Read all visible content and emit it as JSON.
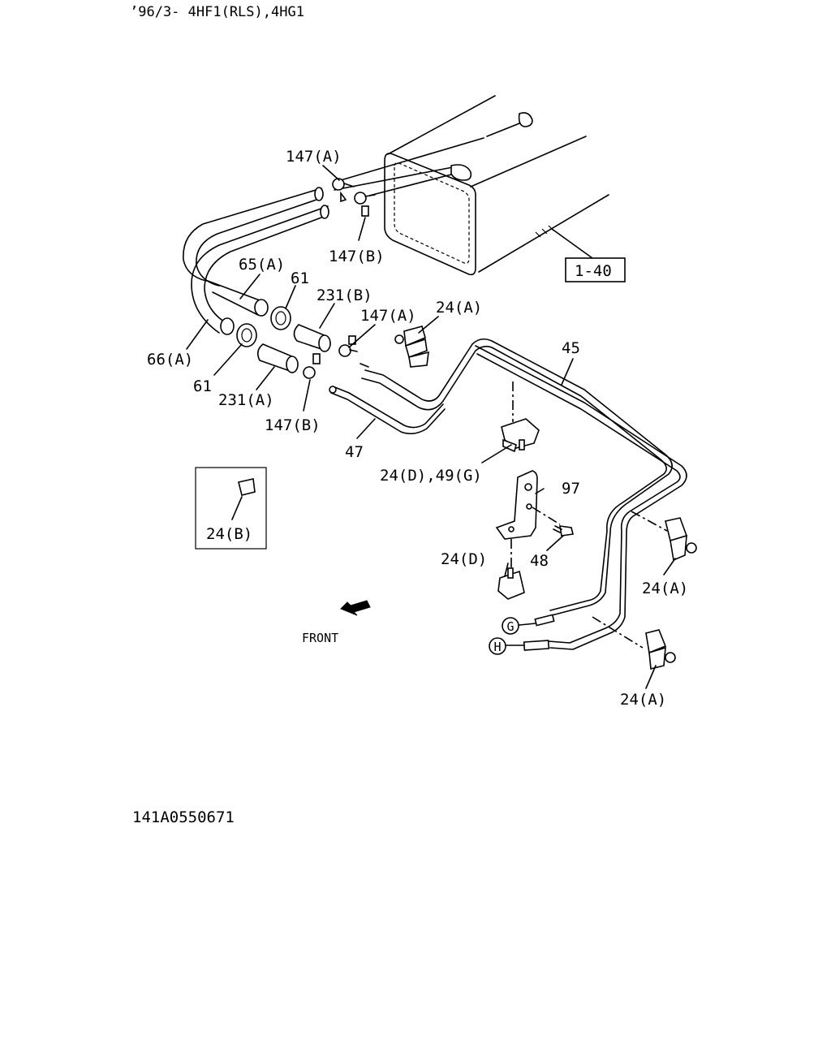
{
  "header": "’96/3- 4HF1(RLS),4HG1",
  "footer_code": "141A0550671",
  "front_label": "FRONT",
  "ref_box": "1-40",
  "inset_label": "24(B)",
  "circle_labels": {
    "g": "G",
    "h": "H"
  },
  "callouts": {
    "p147a_top": "147(A)",
    "p147b_top": "147(B)",
    "p65a": "65(A)",
    "p61_top": "61",
    "p231b": "231(B)",
    "p147a_mid": "147(A)",
    "p24a_top": "24(A)",
    "p45": "45",
    "p66a": "66(A)",
    "p61_bot": "61",
    "p231a": "231(A)",
    "p147b_bot": "147(B)",
    "p47": "47",
    "p24d49g": "24(D),49(G)",
    "p97": "97",
    "p24d": "24(D)",
    "p48": "48",
    "p24a_right": "24(A)",
    "p24a_bottom": "24(A)"
  }
}
